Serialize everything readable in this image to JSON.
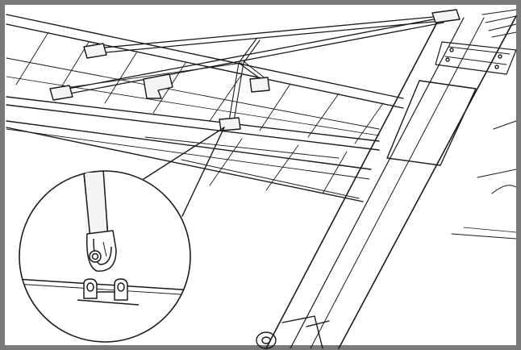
{
  "figure": {
    "frame_color": "#7a7a7a",
    "line_color": "#1a1a1a",
    "fill_light": "#f4f4f4",
    "callout": {
      "subject": "strut-end-clevis-attached-to-wing-tab"
    },
    "parts": [
      "wing-panel",
      "fuselage",
      "wing-strut-front",
      "wing-strut-rear",
      "jury-strut",
      "strut-mounting-tab",
      "clevis",
      "landing-gear-wheel"
    ]
  }
}
